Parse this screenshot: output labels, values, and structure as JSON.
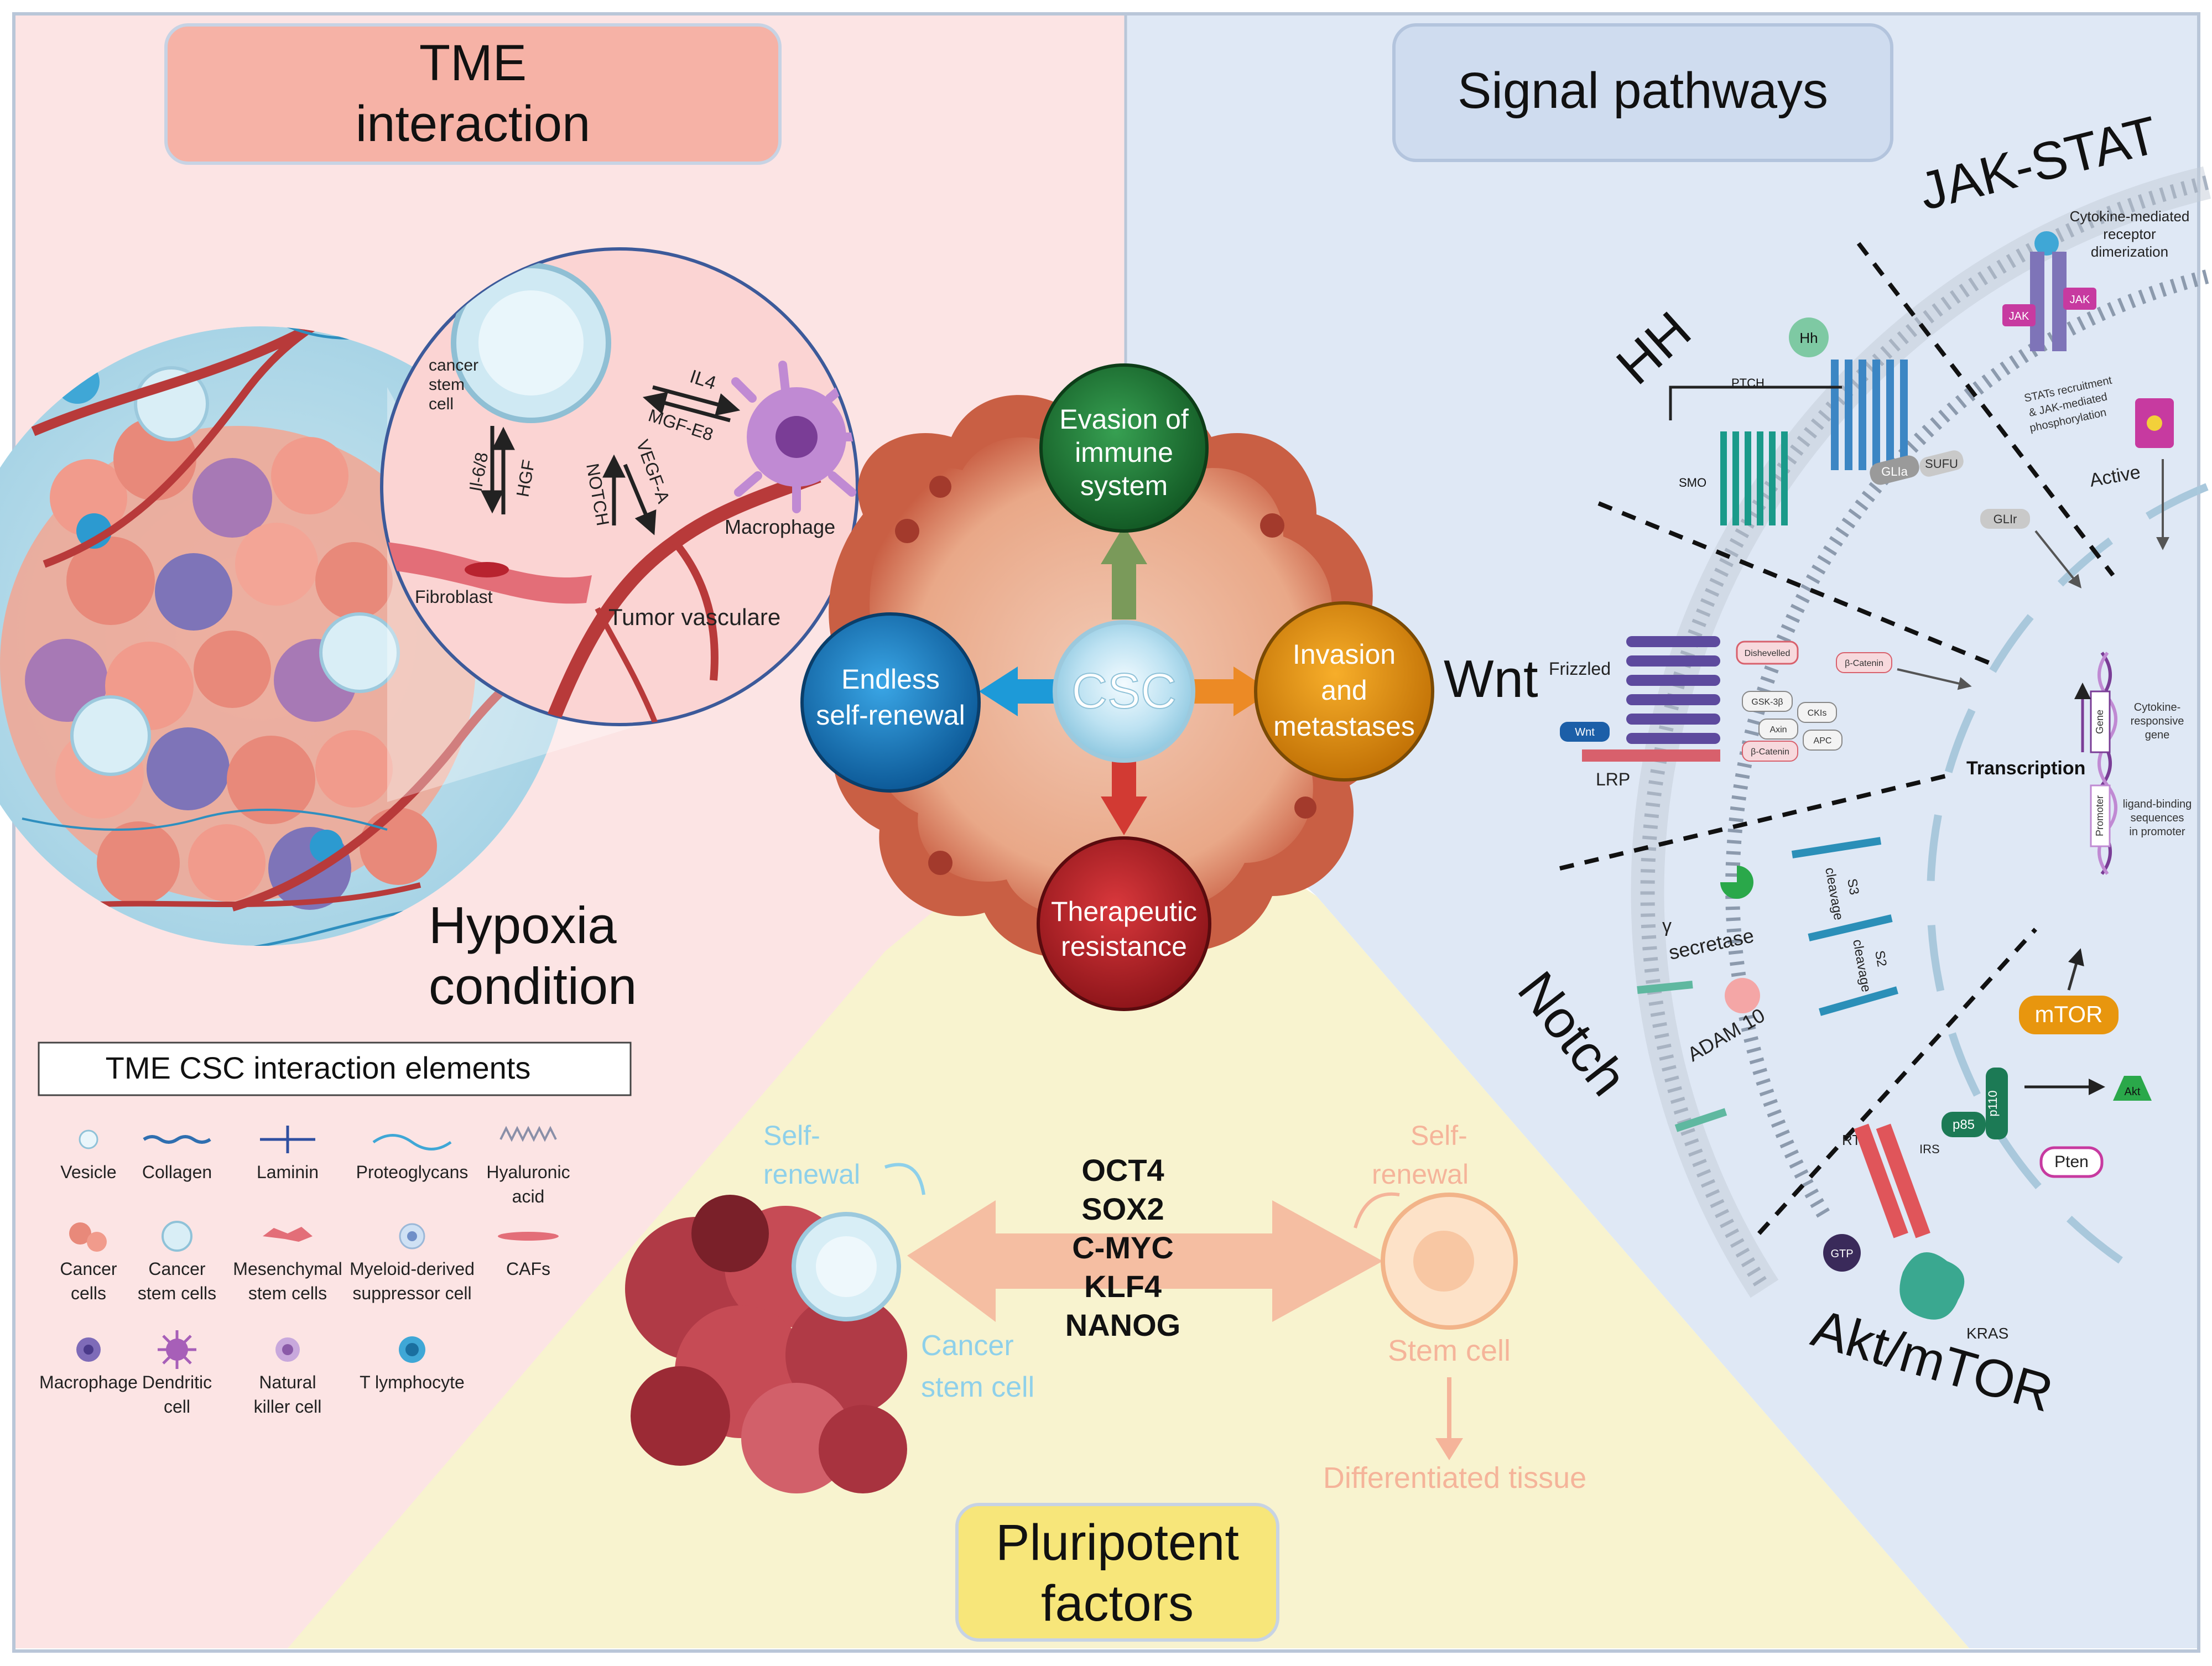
{
  "colors": {
    "tme_panel": "#fce4e4",
    "signal_panel": "#dfe8f5",
    "pluripotent_panel": "#f8f3cf",
    "tme_title_box": "#f6b2a6",
    "signal_title_box": "#cfdcef",
    "pluripotent_title_box": "#f7e67a",
    "evasion": "#1f7a36",
    "self_renewal": "#1d7fc4",
    "invasion": "#e3920f",
    "resistance": "#b8262b",
    "arrow_peach": "#f5b49a"
  },
  "tme": {
    "title_line1": "TME",
    "title_line2": "interaction",
    "hypoxia_line1": "Hypoxia",
    "hypoxia_line2": "condition",
    "inset": {
      "cancer_stem_cell": [
        "cancer",
        "stem",
        "cell"
      ],
      "il4": "IL4",
      "mgf_e8": "MGF-E8",
      "il68": "Il-6/8",
      "hgf": "HGF",
      "notch": "NOTCH",
      "vegfa": "VEGF-A",
      "macrophage": "Macrophage",
      "fibroblast": "Fibroblast",
      "tumor_vasculare": "Tumor vasculare"
    },
    "legend_title": "TME CSC interaction elements",
    "legend": [
      {
        "label": [
          "Vesicle"
        ],
        "icon": "vesicle-icon"
      },
      {
        "label": [
          "Collagen"
        ],
        "icon": "collagen-icon"
      },
      {
        "label": [
          "Laminin"
        ],
        "icon": "laminin-icon"
      },
      {
        "label": [
          "Proteoglycans"
        ],
        "icon": "proteoglycan-icon"
      },
      {
        "label": [
          "Hyaluronic",
          "acid"
        ],
        "icon": "hyaluronic-acid-icon"
      },
      {
        "label": [
          "Cancer",
          "cells"
        ],
        "icon": "cancer-cell-icon"
      },
      {
        "label": [
          "Cancer",
          "stem cells"
        ],
        "icon": "cancer-stem-cell-icon"
      },
      {
        "label": [
          "Mesenchymal",
          "stem cells"
        ],
        "icon": "mesenchymal-cell-icon"
      },
      {
        "label": [
          "Myeloid-derived",
          "suppressor cell"
        ],
        "icon": "myeloid-cell-icon"
      },
      {
        "label": [
          "CAFs"
        ],
        "icon": "caf-icon"
      },
      {
        "label": [
          "Macrophage"
        ],
        "icon": "macrophage-icon"
      },
      {
        "label": [
          "Dendritic",
          "cell"
        ],
        "icon": "dendritic-cell-icon"
      },
      {
        "label": [
          "Natural",
          "killer cell"
        ],
        "icon": "nk-cell-icon"
      },
      {
        "label": [
          "T lymphocyte"
        ],
        "icon": "t-lymphocyte-icon"
      }
    ]
  },
  "center": {
    "csc": "CSC",
    "evasion": [
      "Evasion of",
      "immune",
      "system"
    ],
    "self_renewal": [
      "Endless",
      "self-renewal"
    ],
    "invasion": [
      "Invasion",
      "and",
      "metastases"
    ],
    "resistance": [
      "Therapeutic",
      "resistance"
    ]
  },
  "signal": {
    "title": "Signal pathways",
    "jak_stat": "JAK-STAT",
    "hh": "HH",
    "wnt": "Wnt",
    "notch": "Notch",
    "akt_mtor": "Akt/mTOR",
    "cytokine": [
      "Cytokine-mediated",
      "receptor",
      "dimerization"
    ],
    "jak": "JAK",
    "stats": [
      "STATs recruitment",
      "& JAK-mediated",
      "phosphorylation"
    ],
    "active": "Active",
    "hh_labels": {
      "ptch": "PTCH",
      "smo": "SMO",
      "hh": "Hh",
      "glia": "GLIa",
      "sufu": "SUFU",
      "glir": "GLIr"
    },
    "wnt_labels": {
      "frizzled": "Frizzled",
      "wnt": "Wnt",
      "lrp": "LRP",
      "dishevelled": "Dishevelled",
      "gsk3b": "GSK-3β",
      "ckis": "CKIs",
      "axin": "Axin",
      "apc": "APC",
      "bcatenin": "β-Catenin"
    },
    "transcription": "Transcription",
    "gene": "Gene",
    "promoter": "Promoter",
    "cytokine_responsive": [
      "Cytokine-",
      "responsive",
      "gene"
    ],
    "ligand_binding": [
      "ligand-binding",
      "sequences",
      "in promoter"
    ],
    "notch_labels": {
      "gamma": "γ",
      "secretase": "secretase",
      "adam10": "ADAM 10",
      "s3": "S3",
      "s2": "S2",
      "cleavage": "cleavage"
    },
    "akt_labels": {
      "mtor": "mTOR",
      "akt": "Akt",
      "p110": "p110",
      "p85": "p85",
      "pten": "Pten",
      "rtk": "RTK",
      "irs": "IRS",
      "gtp": "GTP",
      "kras": "KRAS"
    }
  },
  "pluripotent": {
    "title_line1": "Pluripotent",
    "title_line2": "factors",
    "factors": [
      "OCT4",
      "SOX2",
      "C-MYC",
      "KLF4",
      "NANOG"
    ],
    "left_self_renewal": [
      "Self-",
      "renewal"
    ],
    "right_self_renewal": [
      "Self-",
      "renewal"
    ],
    "cancer_stem_cell": [
      "Cancer",
      "stem cell"
    ],
    "stem_cell": "Stem cell",
    "differentiated": "Differentiated tissue"
  }
}
